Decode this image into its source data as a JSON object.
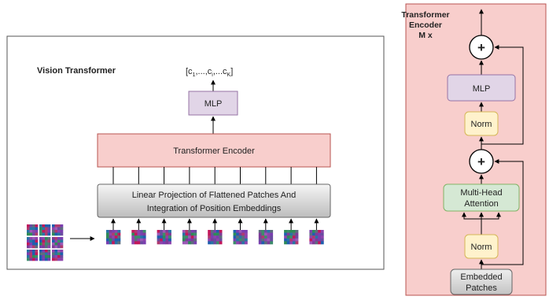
{
  "left_panel": {
    "title": "Vision Transformer",
    "output_label_parts": [
      "[c",
      "1",
      ",...,c",
      "i",
      ",...c",
      "K",
      "]"
    ],
    "mlp": "MLP",
    "encoder": "Transformer Encoder",
    "projection_line1": "Linear Projection of Flattened Patches And",
    "projection_line2": "Integration of Position Embeddings",
    "patch_tile_count": 9,
    "grid_size": 3
  },
  "right_panel": {
    "title_line1": "Transformer",
    "title_line2": "Encoder",
    "title_line3": "M x",
    "plus_symbol": "+",
    "mlp": "MLP",
    "norm_top": "Norm",
    "attention_line1": "Multi-Head",
    "attention_line2": "Attention",
    "norm_bottom": "Norm",
    "embedded_line1": "Embedded",
    "embedded_line2": "Patches"
  },
  "colors": {
    "encoder_fill": "#f8cecc",
    "encoder_stroke": "#b85450",
    "mlp_fill": "#e1d5e7",
    "mlp_stroke": "#9673a6",
    "norm_fill": "#fff2cc",
    "norm_stroke": "#d6b656",
    "attention_fill": "#d5e8d4",
    "attention_stroke": "#82b366",
    "embedded_fill": "#d9d9d9",
    "embedded_stroke": "#666666",
    "projection_fill_top": "#f5f5f5",
    "projection_fill_bottom": "#bdbdbd"
  }
}
